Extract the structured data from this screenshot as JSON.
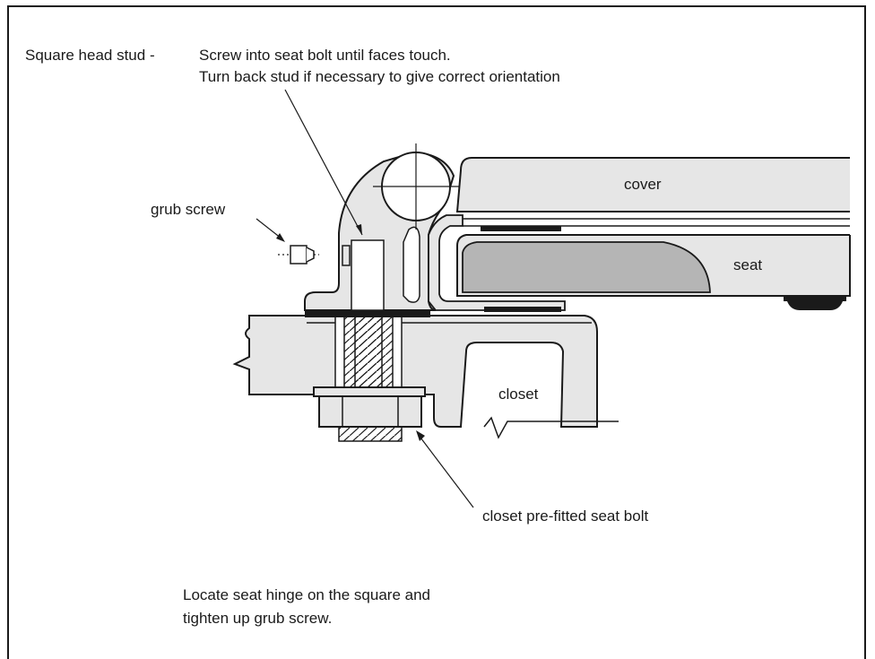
{
  "labels": {
    "square_head_stud": "Square head stud -",
    "instruction_line1": "Screw into seat bolt until faces touch.",
    "instruction_line2": "Turn back stud if necessary to give correct orientation",
    "grub_screw": "grub screw",
    "cover": "cover",
    "seat": "seat",
    "closet": "closet",
    "seat_bolt": "closet pre-fitted seat bolt",
    "footer_line1": "Locate seat hinge on the square and",
    "footer_line2": "tighten up grub screw."
  },
  "colors": {
    "line": "#1a1a1a",
    "part_fill": "#e6e6e6",
    "seat_fill": "#b5b5b5",
    "background": "#ffffff"
  }
}
